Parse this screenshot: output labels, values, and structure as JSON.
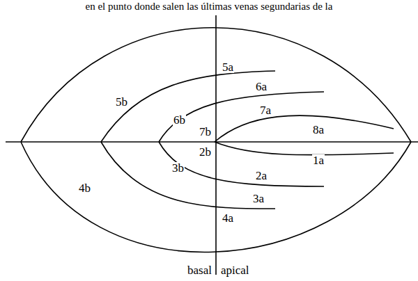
{
  "diagram": {
    "labels": [
      "en el punto donde salen las últimas venas segundarias de la",
      "5a",
      "5b",
      "6a",
      "6b",
      "7a",
      "7b",
      "8a",
      "2b",
      "1a",
      "2a",
      "3b",
      "3a",
      "4b",
      "4a",
      "basal",
      "apical"
    ]
  }
}
